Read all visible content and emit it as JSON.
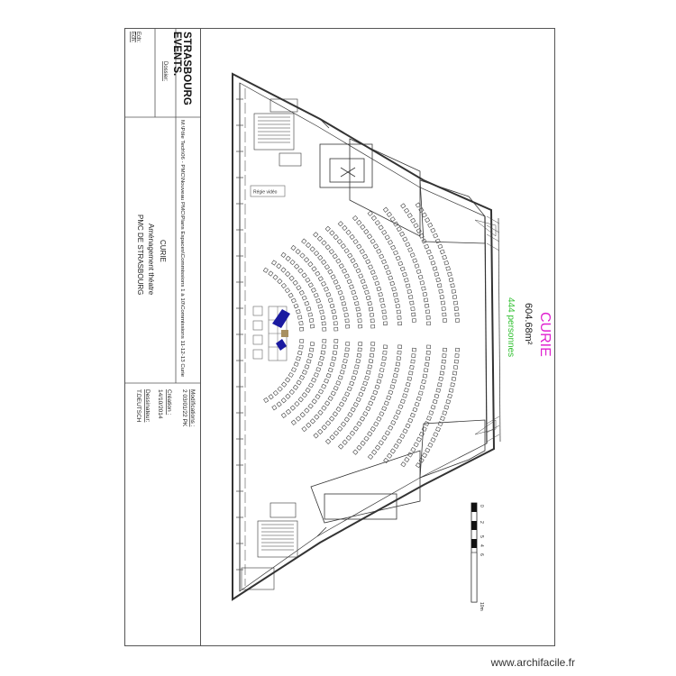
{
  "titleblock": {
    "brand_line1": "STRASBOURG",
    "brand_line2": "EVENTS.",
    "dossier_label": "Dossier:",
    "echelle_label1": "Ech:",
    "echelle_label2": "Ech:",
    "file_path": "M:\\Pôle Tech\\06 - PMC\\Nouveau PMC\\Plans Espaces\\Commissions 1 à 10\\Commissions 11-12-13 Curie",
    "room_title": "CURIE",
    "subtitle": "Aménagement théatre",
    "venue": "PMC DE STRASBOURG",
    "modifications_label": "Modifications :",
    "modification_entry": "2 03/01/22 PK",
    "creation_label": "Création :",
    "creation_date": "14/10/2014",
    "dessinateur_label": "Dessinateur:",
    "dessinateur": "T.DEUTSCH"
  },
  "room": {
    "name": "CURIE",
    "area": "604.68m²",
    "capacity": "444 personnes",
    "name_color": "#e020d0",
    "capacity_color": "#30c030"
  },
  "plan": {
    "control_label": "Régie vidéo"
  },
  "scale": {
    "ticks": [
      "0",
      "2",
      "5",
      "4",
      "6",
      "10m"
    ]
  },
  "watermark": "www.archifacile.fr",
  "colors": {
    "stage_blue": "#1a1aa0",
    "stage_tan": "#a89060",
    "brand_pink": "#e0186c"
  }
}
